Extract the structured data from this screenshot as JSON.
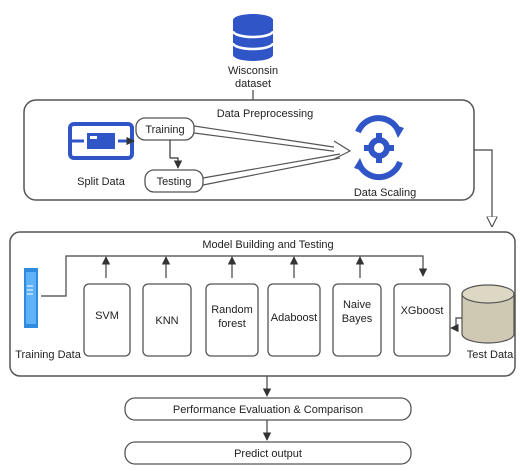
{
  "dataset": {
    "line1": "Wisconsin",
    "line2": "dataset"
  },
  "preprocessing": {
    "title": "Data Preprocessing",
    "split_label": "Split Data",
    "training": "Training",
    "testing": "Testing",
    "scaling_label": "Data Scaling"
  },
  "modeling": {
    "title": "Model Building and Testing",
    "training_data": "Training Data",
    "test_data": "Test Data",
    "models": [
      {
        "line1": "SVM",
        "line2": ""
      },
      {
        "line1": "KNN",
        "line2": ""
      },
      {
        "line1": "Random",
        "line2": "forest"
      },
      {
        "line1": "Adaboost",
        "line2": ""
      },
      {
        "line1": "Naive",
        "line2": "Bayes"
      },
      {
        "line1": "XGboost",
        "line2": ""
      }
    ]
  },
  "evaluation": "Performance Evaluation & Comparison",
  "output": "Predict output",
  "colors": {
    "accent": "#2f55c7",
    "cylinder": "#cfc9b3",
    "stroke": "#555555"
  },
  "icons": [
    "database-icon",
    "split-data-icon",
    "gear-cycle-icon",
    "data-bar-icon",
    "test-data-cylinder-icon"
  ]
}
